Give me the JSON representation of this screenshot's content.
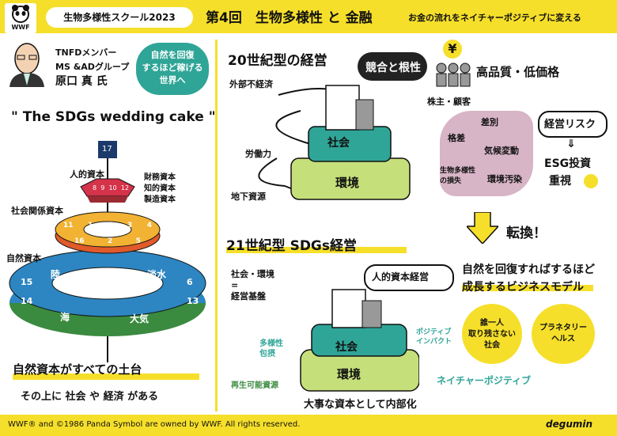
{
  "header": {
    "logo": "WWF",
    "school": "生物多様性スクール2023",
    "title": "第4回　生物多様性 と 金融",
    "tagline": "お金の流れをネイチャーポジティブに変える"
  },
  "speaker": {
    "role1": "TNFDメンバー",
    "role2": "MS &ADグループ",
    "name": "原口 真 氏",
    "bubble": [
      "自然を回復",
      "するほど稼げる",
      "世界へ"
    ]
  },
  "cake": {
    "title": "\" The SDGs wedding cake \"",
    "top_goal": "17",
    "economy_label": "人的資本",
    "economy_right": [
      "財務資本",
      "知的資本",
      "製造資本"
    ],
    "economy_goals": [
      "8",
      "9",
      "10",
      "12"
    ],
    "society_label": "社会関係資本",
    "society_goals": [
      "11",
      "1",
      "7",
      "3",
      "4",
      "16",
      "2",
      "5"
    ],
    "nature_label": "自然資本",
    "nature_goals": [
      "15",
      "14",
      "6",
      "13"
    ],
    "nature_words": [
      "陸",
      "淡水",
      "海",
      "大気"
    ],
    "caption1": "自然資本がすべての土台",
    "caption2": "その上に 社会 や 経済 がある"
  },
  "c20": {
    "title": "20世紀型の経営",
    "external": "外部不経済",
    "labor": "労働力",
    "resources": "地下資源",
    "society": "社会",
    "env": "環境",
    "comp": "競合と根性",
    "quality": "高品質・低価格",
    "stake": "株主・顧客",
    "risk_title": "経営リスク",
    "risks": [
      "差別",
      "格差",
      "気候変動",
      "生物多様性の損失",
      "環境汚染"
    ],
    "esg1": "ESG投資",
    "esg2": "重視",
    "yen": "¥"
  },
  "transform": "転換！",
  "c21": {
    "title": "21世紀型 SDGs経営",
    "base1": "社会・環境",
    "base2": "=",
    "base3": "経営基盤",
    "human": "人的資本経営",
    "society": "社会",
    "env": "環境",
    "inclusion": [
      "多様性",
      "包摂"
    ],
    "positive": [
      "ポジティブ",
      "インパクト"
    ],
    "renew": "再生可能資源",
    "nature_pos": "ネイチャーポジティブ",
    "internal": "大事な資本として内部化",
    "model1": "自然を回復すればするほど",
    "model2": "成長するビジネスモデル",
    "c1": [
      "誰一人",
      "取り残さない",
      "社会"
    ],
    "c2": [
      "プラネタリー",
      "ヘルス"
    ]
  },
  "footer": {
    "copyright": "WWF® and ©1986 Panda Symbol are owned by WWF. All rights reserved.",
    "signature": "degumin"
  },
  "colors": {
    "yellow": "#f6df2a",
    "society": "#2fa597",
    "env": "#c5df7a",
    "ring_blue": "#2d86c2",
    "ring_green": "#3a8a3f",
    "risk": "#d7b4c6"
  }
}
